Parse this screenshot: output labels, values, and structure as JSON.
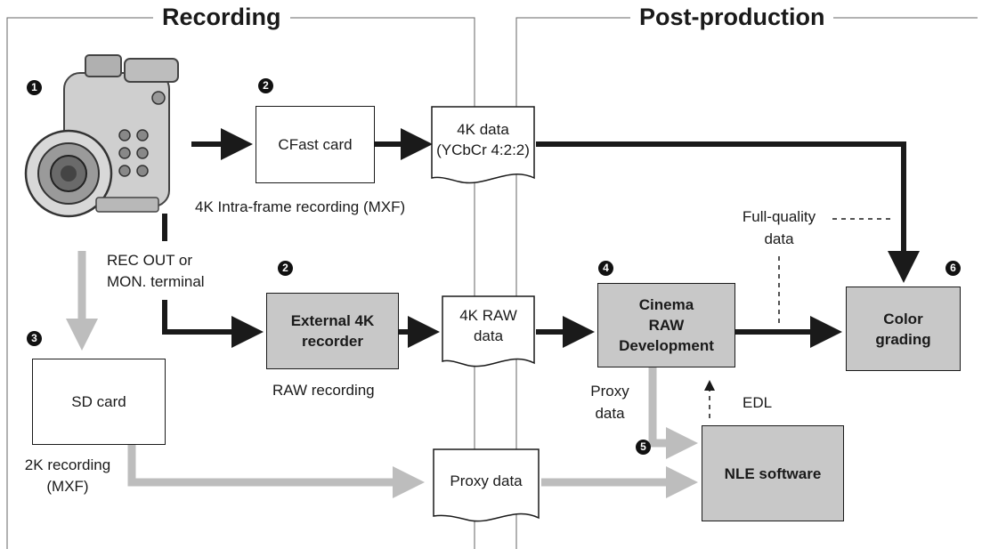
{
  "sections": {
    "recording": "Recording",
    "post_production": "Post-production"
  },
  "camera": {
    "icon": "cinema-camera-icon",
    "badge": "1"
  },
  "nodes": {
    "cfast_card": {
      "label": "CFast card",
      "badge": "2"
    },
    "external_recorder": {
      "label_line1": "External 4K",
      "label_line2": "recorder",
      "badge": "2"
    },
    "sd_card": {
      "label": "SD card",
      "badge": "3"
    },
    "data_4k": {
      "line1": "4K data",
      "line2": "(YCbCr 4:2:2)"
    },
    "raw_data": {
      "line1": "4K RAW",
      "line2": "data"
    },
    "proxy_doc": {
      "label": "Proxy data"
    },
    "cinema_raw": {
      "line1": "Cinema",
      "line2": "RAW",
      "line3": "Development",
      "badge": "4"
    },
    "nle": {
      "label": "NLE software",
      "badge": "5"
    },
    "color_grading": {
      "line1": "Color",
      "line2": "grading",
      "badge": "6"
    }
  },
  "labels": {
    "intra_frame": "4K Intra-frame recording (MXF)",
    "rec_out_line1": "REC OUT or",
    "rec_out_line2": "MON. terminal",
    "raw_recording": "RAW recording",
    "recording_2k_line1": "2K recording",
    "recording_2k_line2": "(MXF)",
    "full_quality_line1": "Full-quality",
    "full_quality_line2": "data",
    "proxy_line1": "Proxy",
    "proxy_line2": "data",
    "edl": "EDL"
  },
  "colors": {
    "main_arrow": "#1a1a1a",
    "proxy_arrow": "#bdbdbd",
    "grey_box": "#c8c8c8"
  }
}
